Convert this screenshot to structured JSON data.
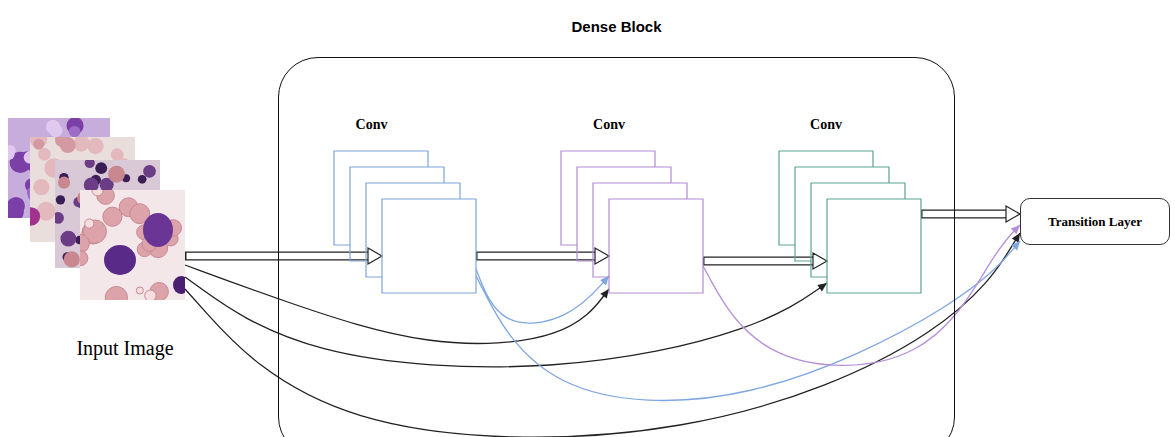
{
  "diagram": {
    "nodes": [
      {
        "text": [
          "Input Image"
        ]
      },
      {
        "text": [
          "Dense Block"
        ]
      },
      {
        "text": [
          "Conv"
        ],
        "in": 1
      },
      {
        "text": [
          "Conv"
        ],
        "in": 1
      },
      {
        "text": [
          "Conv"
        ],
        "in": 1
      },
      {
        "text": [
          "Transition Layer"
        ]
      }
    ],
    "edges": [
      {
        "from": 0,
        "to": 2,
        "arrow": "to"
      },
      {
        "from": 0,
        "to": 3,
        "arrow": "to"
      },
      {
        "from": 0,
        "to": 4,
        "arrow": "to"
      },
      {
        "from": 0,
        "to": 5,
        "arrow": "to"
      },
      {
        "from": 2,
        "to": 3,
        "arrow": "to"
      },
      {
        "from": 2,
        "to": 3,
        "arrow": "to"
      },
      {
        "from": 2,
        "to": 5,
        "arrow": "to"
      },
      {
        "from": 3,
        "to": 4,
        "arrow": "to"
      },
      {
        "from": 3,
        "to": 5,
        "arrow": "to"
      },
      {
        "from": 4,
        "to": 5,
        "arrow": "to"
      }
    ]
  }
}
